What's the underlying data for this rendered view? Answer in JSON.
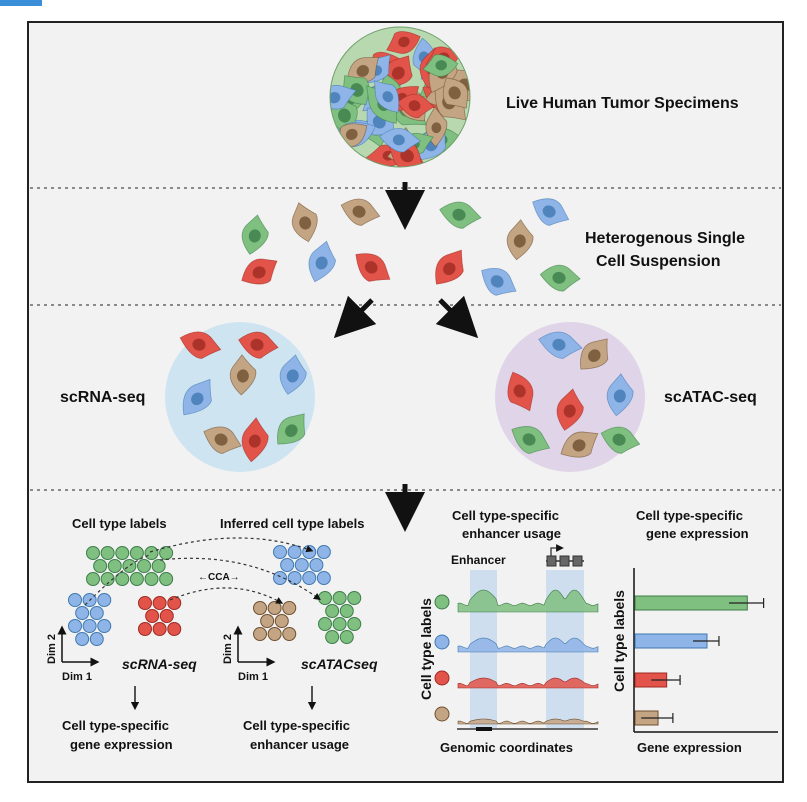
{
  "stage1": {
    "label": "Live Human Tumor Specimens"
  },
  "stage2": {
    "label_line1": "Heterogenous Single",
    "label_line2": "Cell Suspension"
  },
  "stage3": {
    "left_label": "scRNA-seq",
    "right_label": "scATAC-seq"
  },
  "integration": {
    "heading_left": "Cell type labels",
    "heading_right": "Inferred cell type labels",
    "cca_label": "←CCA→",
    "dim2": "Dim 2",
    "dim1": "Dim 1",
    "left_method": "scRNA-seq",
    "right_method": "scATACseq",
    "left_output_line1": "Cell type-specific",
    "left_output_line2": "gene expression",
    "right_output_line1": "Cell type-specific",
    "right_output_line2": "enhancer usage"
  },
  "enhancer_panel": {
    "title_line1": "Cell type-specific",
    "title_line2": "enhancer usage",
    "enhancer_label": "Enhancer",
    "y_label": "Cell type labels",
    "x_label": "Genomic coordinates"
  },
  "gene_panel": {
    "title_line1": "Cell type-specific",
    "title_line2": "gene expression",
    "y_label": "Cell type labels",
    "x_label": "Gene expression"
  },
  "colors": {
    "green": "#7fbf7f",
    "blue": "#8fb4e8",
    "red": "#e2544a",
    "tan": "#c4a583",
    "green_dark": "#3c7d4a",
    "blue_dark": "#3f79b0",
    "red_dark": "#9e2a22",
    "tan_dark": "#6e4f2f",
    "left_circle": "#cfe4f1",
    "right_circle": "#e0d4e8",
    "enhancer_band": "#c9dbee"
  },
  "chart_data": {
    "type": "bar",
    "orientation": "horizontal",
    "categories": [
      "green",
      "blue",
      "red",
      "tan"
    ],
    "values": [
      0.78,
      0.5,
      0.22,
      0.16
    ],
    "errors": [
      0.12,
      0.09,
      0.1,
      0.11
    ],
    "xlim": [
      0,
      1
    ],
    "ylabel": "Cell type labels",
    "xlabel": "Gene expression"
  }
}
